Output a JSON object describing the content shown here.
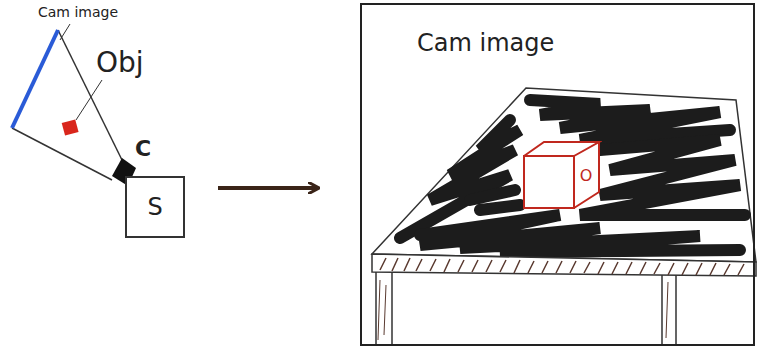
{
  "diagram": {
    "nodes": [
      {
        "text": [
          "S"
        ]
      },
      {
        "text": [
          "Cam image"
        ]
      },
      {
        "text": [
          "O"
        ],
        "in": 1
      }
    ],
    "labels": [
      "Cam image",
      "Obj",
      "C"
    ]
  }
}
